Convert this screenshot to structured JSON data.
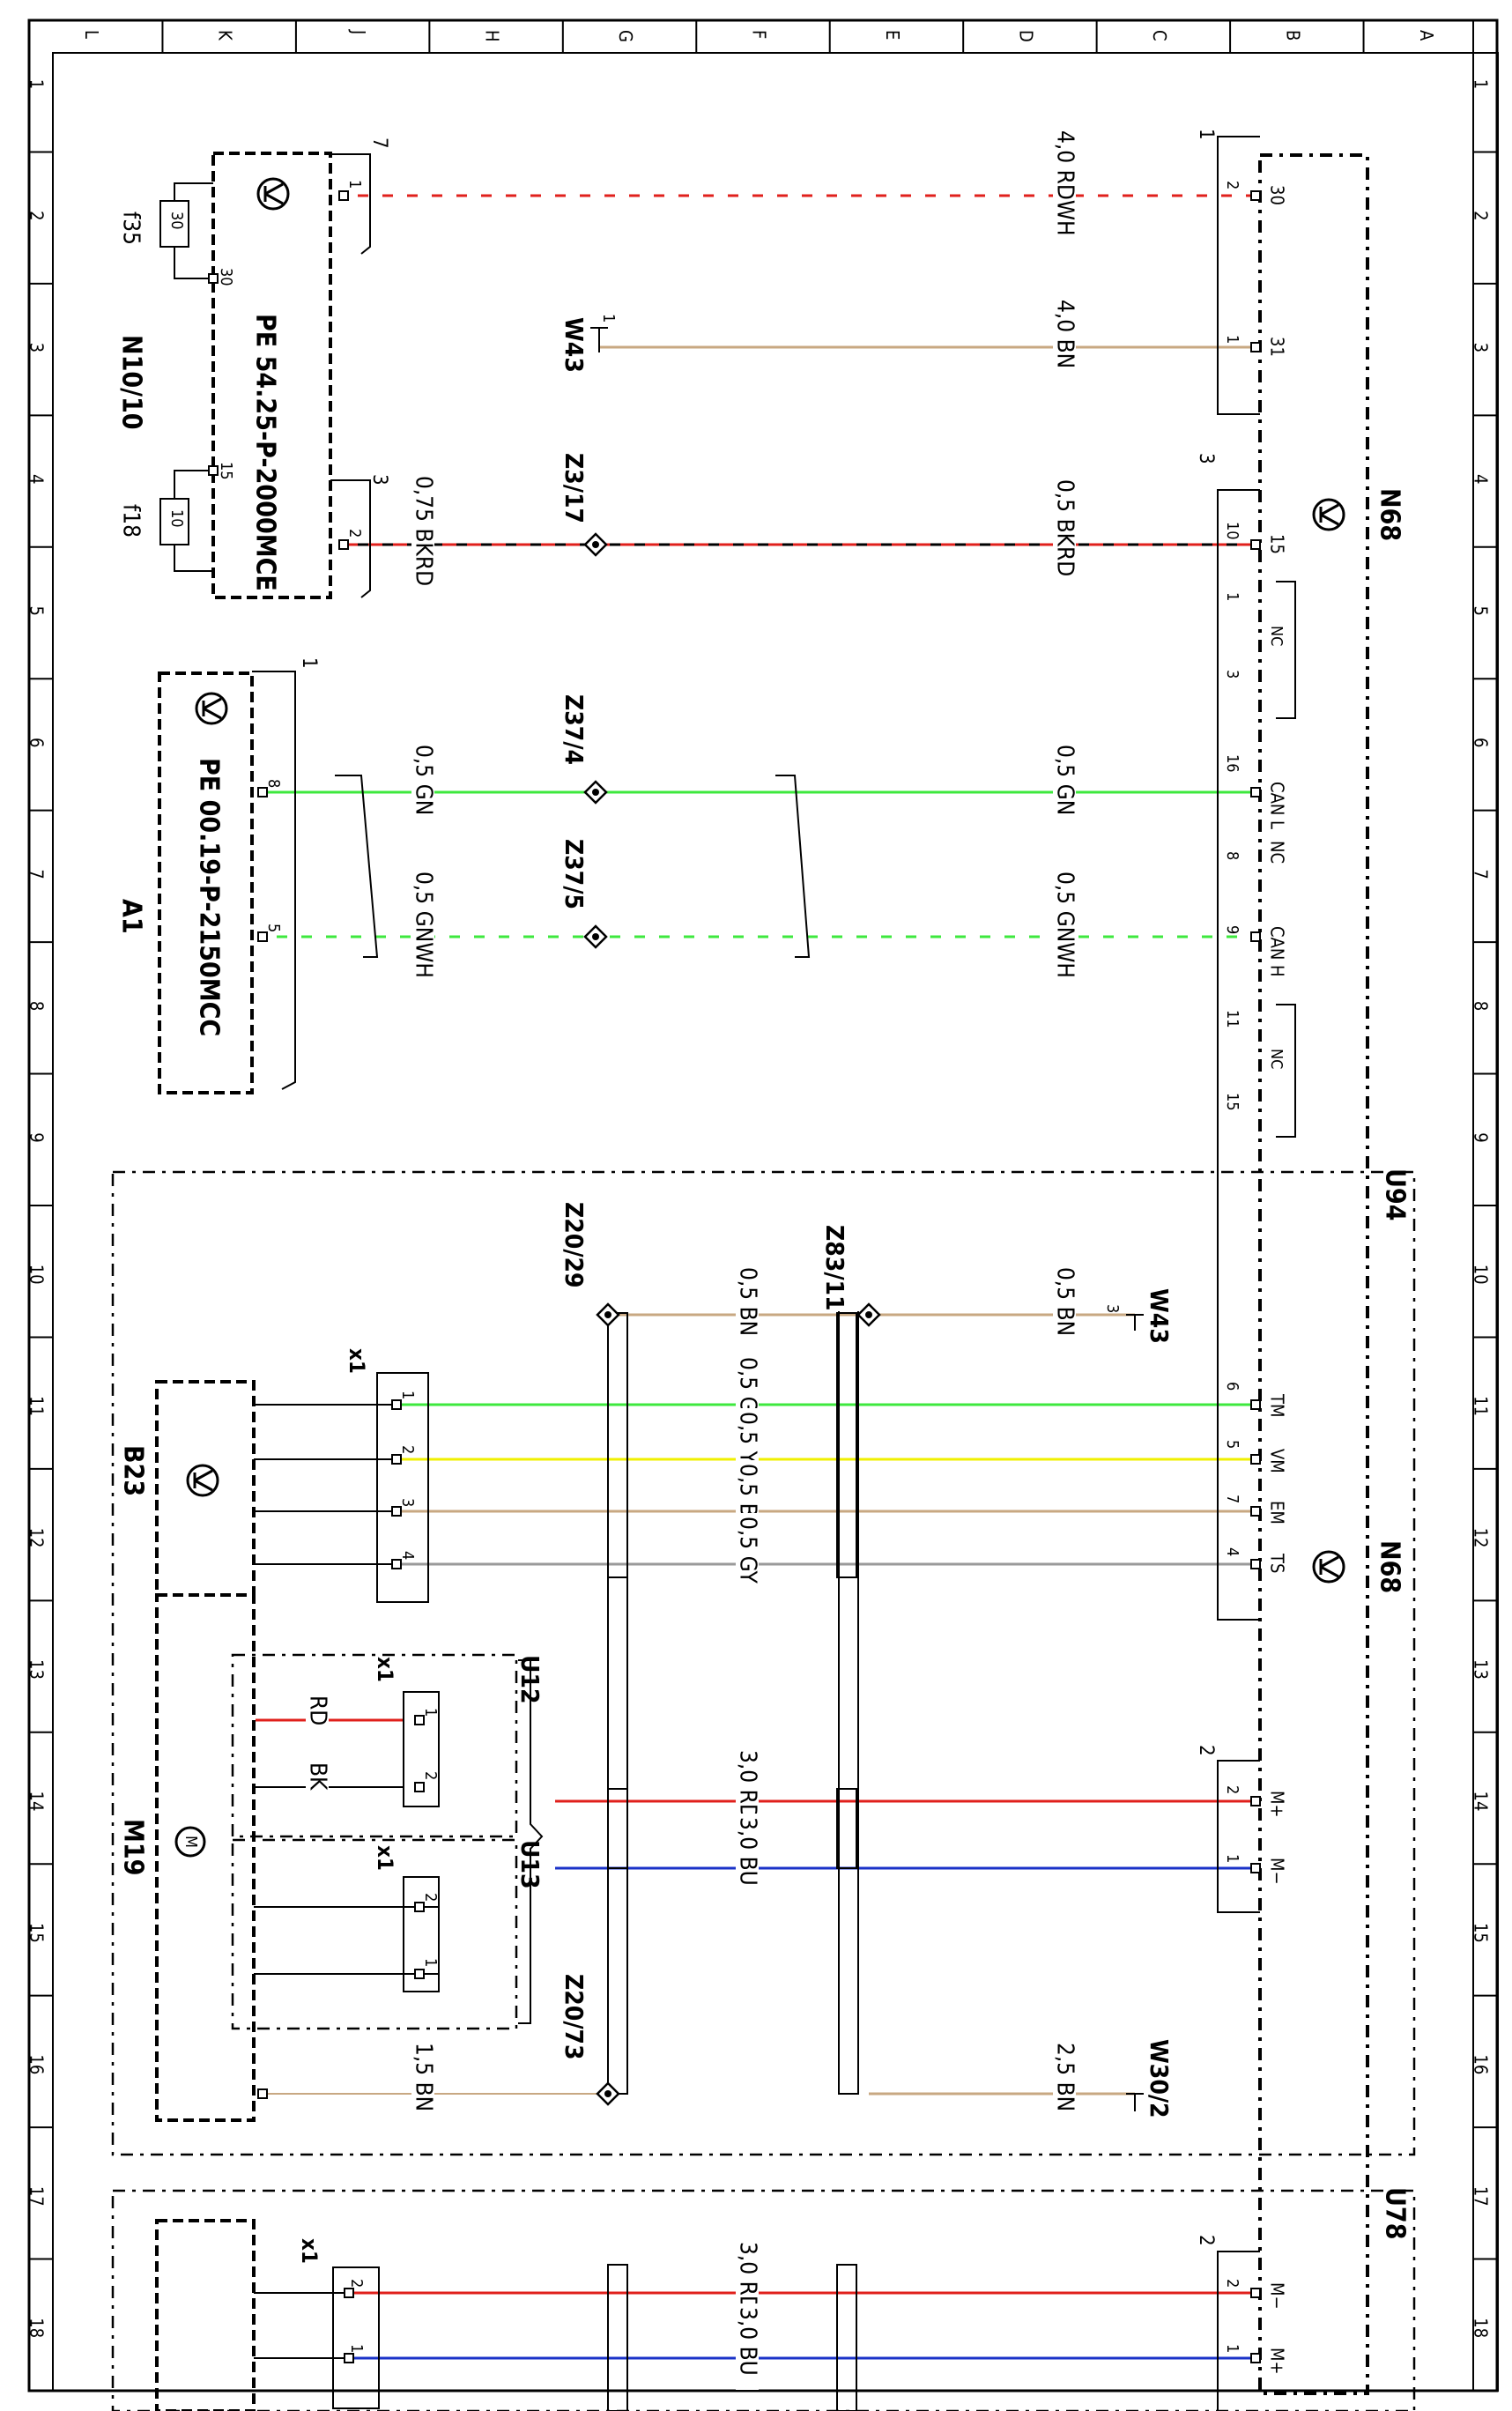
{
  "grid": {
    "columns": [
      "L",
      "K",
      "J",
      "H",
      "G",
      "F",
      "E",
      "D",
      "C",
      "B",
      "A"
    ],
    "rows": [
      "1",
      "2",
      "3",
      "4",
      "5",
      "6",
      "7",
      "8",
      "9",
      "10",
      "11",
      "12",
      "13",
      "14",
      "15",
      "16",
      "17",
      "18"
    ]
  },
  "colors": {
    "RD": "#e0201c",
    "BK": "#000000",
    "WH": "#ffffff",
    "BN": "#c8a882",
    "GN": "#3ee83e",
    "YE": "#f0f000",
    "GY": "#9a9a9a",
    "BU": "#1a32c8"
  },
  "components": {
    "N10": {
      "label": "N10/10",
      "ref": "PE 54.25-P-2000MCE"
    },
    "A1": {
      "label": "A1",
      "ref": "PE 00.19-P-2150MCC"
    },
    "N68": {
      "label": "N68"
    },
    "U94": {
      "label": "U94"
    },
    "U78": {
      "label": "U78"
    },
    "U12": {
      "label": "U12"
    },
    "U13": {
      "label": "U13"
    },
    "B23": {
      "label": "B23"
    },
    "M19": {
      "label": "M19"
    }
  },
  "fuses": [
    {
      "label": "f35",
      "rating": "30",
      "pin": "30"
    },
    {
      "label": "f18",
      "rating": "10",
      "pin": "15"
    }
  ],
  "splices": [
    "Z3/17",
    "Z37/4",
    "Z37/5",
    "Z20/29",
    "Z83/11",
    "Z20/73"
  ],
  "grounds": [
    "W43",
    "W43",
    "W30/2"
  ],
  "connectors": {
    "n68_top": [
      "1",
      "3"
    ],
    "n10_left": [
      "7",
      "3"
    ],
    "a1": "1",
    "n68_power": "2",
    "u78": "2",
    "x1": "x1"
  },
  "pins": {
    "n68": [
      "30",
      "31",
      "15",
      "CAN L",
      "NC",
      "CAN H",
      "TM",
      "VM",
      "EM",
      "TS",
      "M+",
      "M−",
      "M−",
      "M+"
    ],
    "nc_label": "NC",
    "n68_numbers": [
      "2",
      "1",
      "10",
      "1",
      "3",
      "16",
      "8",
      "9",
      "11",
      "15",
      "6",
      "5",
      "7",
      "4",
      "2",
      "1",
      "2",
      "1"
    ],
    "n10_numbers": [
      "1",
      "2"
    ],
    "a1_numbers": [
      "8",
      "5"
    ],
    "x1_b23": [
      "1",
      "2",
      "3",
      "4"
    ],
    "x1_u12": [
      "1",
      "2"
    ],
    "x1_u13": [
      "2",
      "1"
    ],
    "x1_u78": [
      "2",
      "1"
    ],
    "w43_numbers": [
      "1",
      "3"
    ]
  },
  "wires": [
    {
      "label": "4,0 RDWH",
      "colors": [
        "RD",
        "WH"
      ]
    },
    {
      "label": "4,0 BN",
      "colors": [
        "BN"
      ]
    },
    {
      "label": "0,75 BKRD",
      "colors": [
        "BK",
        "RD"
      ]
    },
    {
      "label": "0,5 BKRD",
      "colors": [
        "BK",
        "RD"
      ]
    },
    {
      "label": "0,5 GN",
      "colors": [
        "GN"
      ]
    },
    {
      "label": "0,5 GN",
      "colors": [
        "GN"
      ]
    },
    {
      "label": "0,5 GNWH",
      "colors": [
        "GN",
        "WH"
      ]
    },
    {
      "label": "0,5 GNWH",
      "colors": [
        "GN",
        "WH"
      ]
    },
    {
      "label": "0,5 BN",
      "colors": [
        "BN"
      ]
    },
    {
      "label": "0,5 BN",
      "colors": [
        "BN"
      ]
    },
    {
      "label": "0,5 GN",
      "colors": [
        "GN"
      ]
    },
    {
      "label": "0,5 YE",
      "colors": [
        "YE"
      ]
    },
    {
      "label": "0,5 BN",
      "colors": [
        "BN"
      ]
    },
    {
      "label": "0,5 GY",
      "colors": [
        "GY"
      ]
    },
    {
      "label": "RD",
      "colors": [
        "RD"
      ]
    },
    {
      "label": "BK",
      "colors": [
        "BK"
      ]
    },
    {
      "label": "3,0 RD",
      "colors": [
        "RD"
      ]
    },
    {
      "label": "3,0 BU",
      "colors": [
        "BU"
      ]
    },
    {
      "label": "1,5 BN",
      "colors": [
        "BN"
      ]
    },
    {
      "label": "2,5 BN",
      "colors": [
        "BN"
      ]
    },
    {
      "label": "3,0 RD",
      "colors": [
        "RD"
      ]
    },
    {
      "label": "3,0 BU",
      "colors": [
        "BU"
      ]
    }
  ]
}
